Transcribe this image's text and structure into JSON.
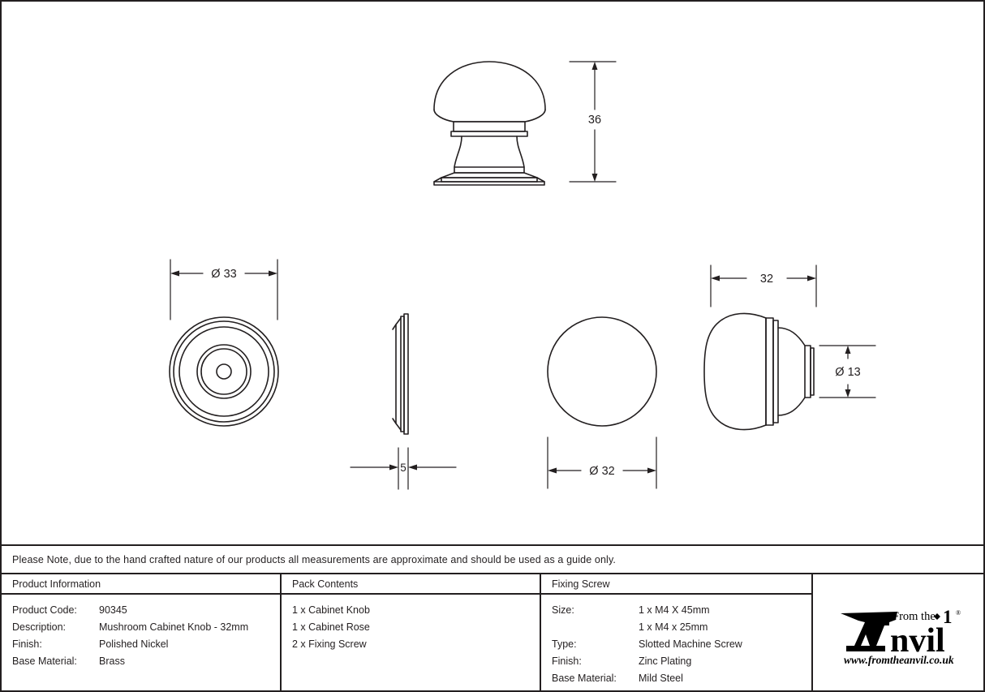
{
  "document": {
    "type": "technical-drawing",
    "note": "Please Note, due to the hand crafted nature of our products all measurements are approximate and should be used as a guide only."
  },
  "drawing": {
    "views": [
      {
        "name": "knob-front-elevation",
        "dimension_label": "36"
      },
      {
        "name": "rose-face-view",
        "dimension_label": "Ø 33"
      },
      {
        "name": "rose-side-profile",
        "dimension_label": "5"
      },
      {
        "name": "knob-plan-view",
        "dimension_label": "Ø 32"
      },
      {
        "name": "knob-side-rotated",
        "dimension_label": "32",
        "secondary_label": "Ø 13"
      }
    ],
    "dimensions": {
      "knob_height": "36",
      "rose_diameter": "Ø 33",
      "rose_thickness": "5",
      "knob_diameter": "Ø 32",
      "knob_width": "32",
      "stem_diameter": "Ø 13"
    },
    "line_color": "#231f20"
  },
  "table": {
    "product_information": {
      "header": "Product Information",
      "rows": [
        {
          "key": "Product Code:",
          "value": "90345"
        },
        {
          "key": "Description:",
          "value": "Mushroom Cabinet Knob - 32mm"
        },
        {
          "key": "Finish:",
          "value": "Polished Nickel"
        },
        {
          "key": "Base Material:",
          "value": "Brass"
        }
      ]
    },
    "pack_contents": {
      "header": "Pack Contents",
      "items": [
        "1 x Cabinet Knob",
        "1 x Cabinet Rose",
        "2 x Fixing Screw"
      ]
    },
    "fixing_screw": {
      "header": "Fixing Screw",
      "rows": [
        {
          "key": "Size:",
          "value": "1 x M4 X 45mm"
        },
        {
          "key": "",
          "value": "1 x M4 x 25mm"
        },
        {
          "key": "Type:",
          "value": "Slotted Machine Screw"
        },
        {
          "key": "Finish:",
          "value": "Zinc Plating"
        },
        {
          "key": "Base Material:",
          "value": "Mild Steel"
        }
      ]
    }
  },
  "logo": {
    "top_text": "From the",
    "main_text": "nvil",
    "registered_mark": "®",
    "url": "www.fromtheanvil.co.uk"
  }
}
